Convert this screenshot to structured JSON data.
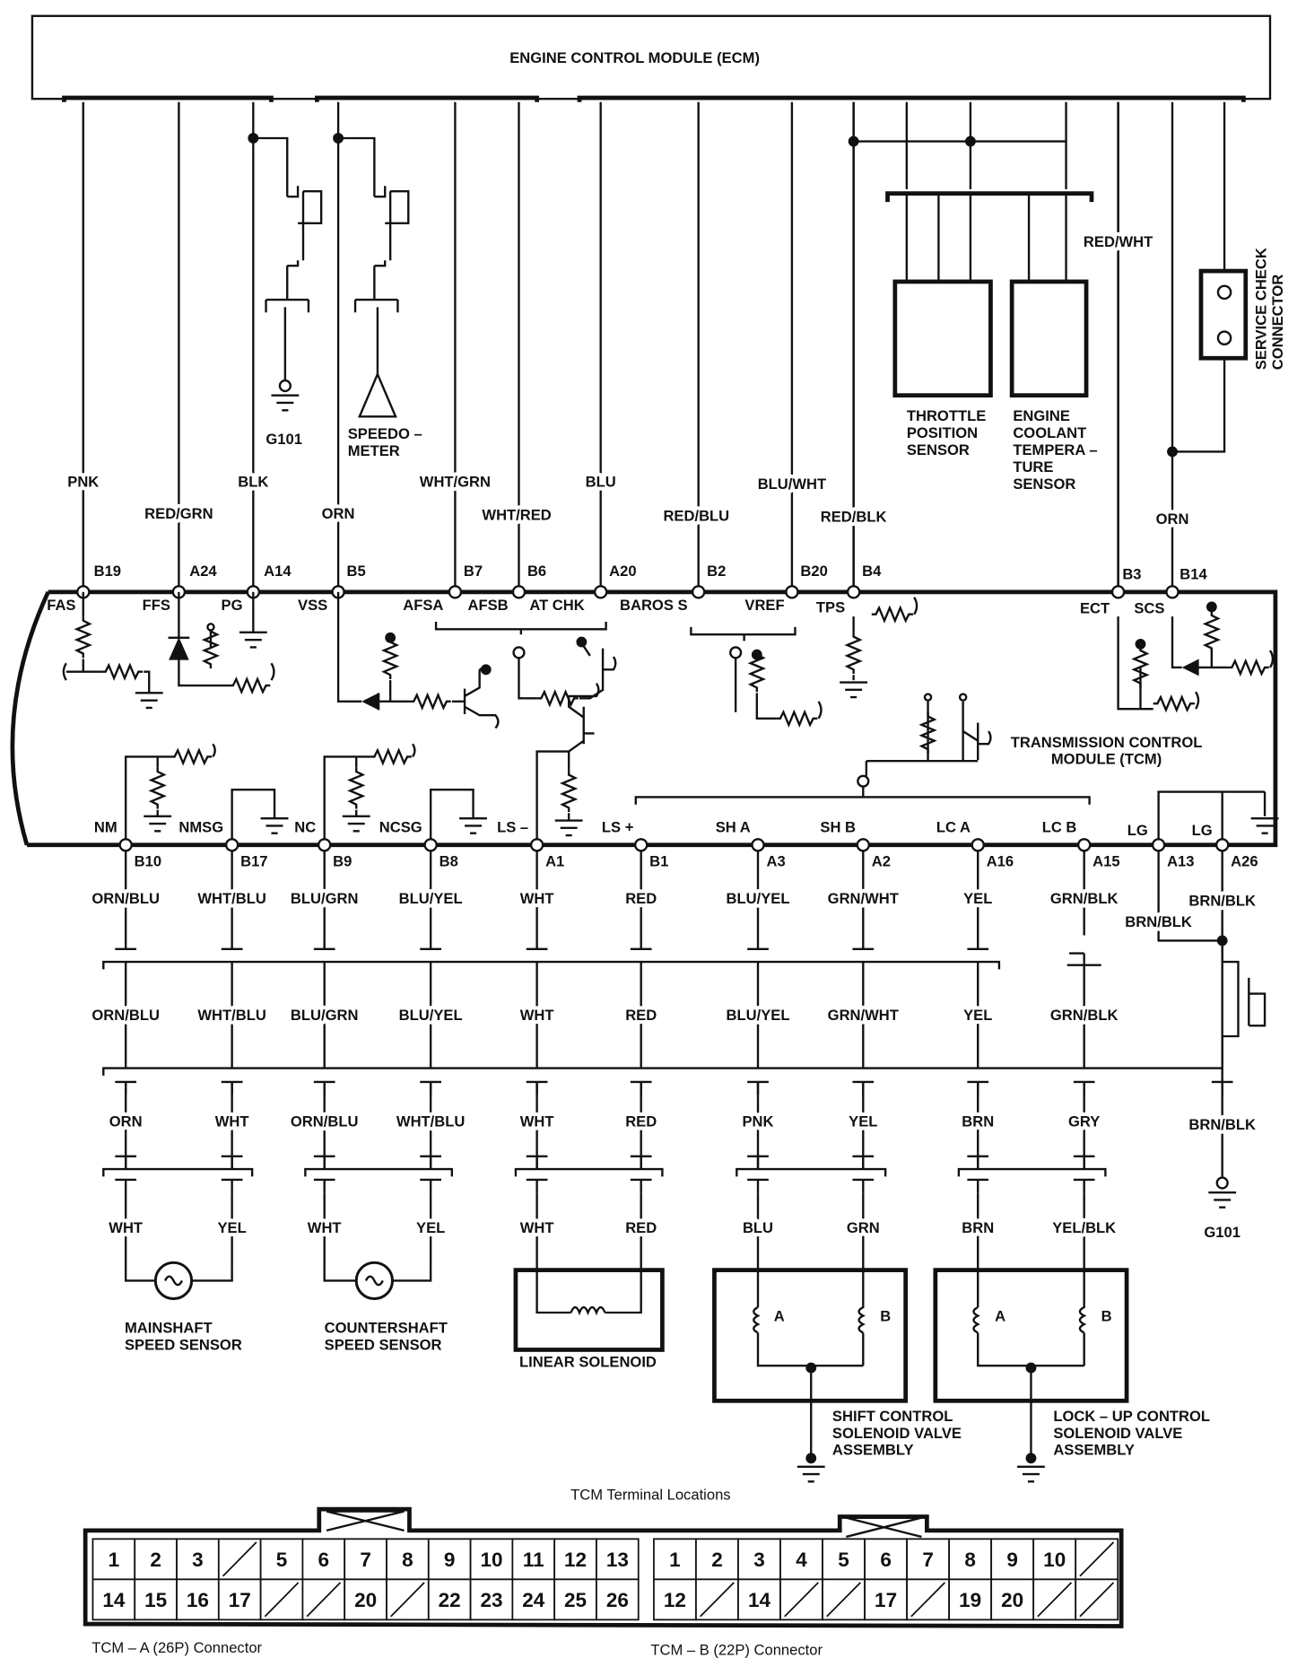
{
  "ecm": {
    "title": "ENGINE CONTROL MODULE (ECM)"
  },
  "top_wires": [
    {
      "color": "PNK",
      "pin": "B19",
      "signal": "FAS"
    },
    {
      "color": "RED/GRN",
      "pin": "A24",
      "signal": "FFS"
    },
    {
      "color": "BLK",
      "pin": "A14",
      "signal": "PG"
    },
    {
      "color": "ORN",
      "pin": "B5",
      "signal": "VSS"
    },
    {
      "color": "WHT/GRN",
      "pin": "B7",
      "signal": "AFSA"
    },
    {
      "color": "WHT/RED",
      "pin": "B6",
      "signal": "AFSB"
    },
    {
      "color": "BLU",
      "pin": "A20",
      "signal": "AT CHK"
    },
    {
      "color": "RED/BLU",
      "pin": "B2",
      "signal": "BAROS S"
    },
    {
      "color": "BLU/WHT",
      "pin": "B20",
      "signal": "VREF"
    },
    {
      "color": "RED/BLK",
      "pin": "B4",
      "signal": "TPS"
    },
    {
      "color": "RED/WHT",
      "pin": "B3",
      "signal": "ECT"
    },
    {
      "color": "ORN",
      "pin": "B14",
      "signal": "SCS"
    }
  ],
  "top_components": {
    "ground": "G101",
    "speedometer": [
      "SPEEDO –",
      "METER"
    ],
    "throttle_sensor": [
      "THROTTLE",
      "POSITION",
      "SENSOR"
    ],
    "coolant_sensor": [
      "ENGINE",
      "COOLANT",
      "TEMPERA –",
      "TURE",
      "SENSOR"
    ],
    "service_check": [
      "SERVICE CHECK",
      "CONNECTOR"
    ]
  },
  "tcm": {
    "title": [
      "TRANSMISSION CONTROL",
      "MODULE (TCM)"
    ]
  },
  "bottom_pins": [
    {
      "signal": "NM",
      "pin": "B10",
      "wires": [
        "ORN/BLU",
        "ORN/BLU",
        "ORN",
        "WHT"
      ]
    },
    {
      "signal": "NMSG",
      "pin": "B17",
      "wires": [
        "WHT/BLU",
        "WHT/BLU",
        "WHT",
        "YEL"
      ]
    },
    {
      "signal": "NC",
      "pin": "B9",
      "wires": [
        "BLU/GRN",
        "BLU/GRN",
        "ORN/BLU",
        "WHT"
      ]
    },
    {
      "signal": "NCSG",
      "pin": "B8",
      "wires": [
        "BLU/YEL",
        "BLU/YEL",
        "WHT/BLU",
        "YEL"
      ]
    },
    {
      "signal": "LS –",
      "pin": "A1",
      "wires": [
        "WHT",
        "WHT",
        "WHT",
        "WHT"
      ]
    },
    {
      "signal": "LS +",
      "pin": "B1",
      "wires": [
        "RED",
        "RED",
        "RED",
        "RED"
      ]
    },
    {
      "signal": "SH A",
      "pin": "A3",
      "wires": [
        "BLU/YEL",
        "BLU/YEL",
        "PNK",
        "BLU"
      ]
    },
    {
      "signal": "SH B",
      "pin": "A2",
      "wires": [
        "GRN/WHT",
        "GRN/WHT",
        "YEL",
        "GRN"
      ]
    },
    {
      "signal": "LC A",
      "pin": "A16",
      "wires": [
        "YEL",
        "YEL",
        "BRN",
        "BRN"
      ]
    },
    {
      "signal": "LC B",
      "pin": "A15",
      "wires": [
        "GRN/BLK",
        "GRN/BLK",
        "GRY",
        "YEL/BLK"
      ]
    },
    {
      "signal": "LG",
      "pin": "A13",
      "wires": [
        "BRN/BLK"
      ]
    },
    {
      "signal": "LG",
      "pin": "A26",
      "wires": [
        "BRN/BLK",
        "BRN/BLK"
      ]
    }
  ],
  "bottom_ground": "G101",
  "bottom_components": {
    "mainshaft": [
      "MAINSHAFT",
      "SPEED SENSOR"
    ],
    "countershaft": [
      "COUNTERSHAFT",
      "SPEED SENSOR"
    ],
    "linear_solenoid": "LINEAR SOLENOID",
    "shift_control": [
      "SHIFT CONTROL",
      "SOLENOID VALVE",
      "ASSEMBLY"
    ],
    "lockup_control": [
      "LOCK – UP CONTROL",
      "SOLENOID VALVE",
      "ASSEMBLY"
    ],
    "coil_a": "A",
    "coil_b": "B"
  },
  "terminal_locations": {
    "title": "TCM Terminal Locations",
    "tcm_a": {
      "label": "TCM – A (26P) Connector",
      "rows": [
        [
          "1",
          "2",
          "3",
          "",
          "5",
          "6",
          "7",
          "8",
          "9",
          "10",
          "11",
          "12",
          "13"
        ],
        [
          "14",
          "15",
          "16",
          "17",
          "",
          "",
          "20",
          "",
          "22",
          "23",
          "24",
          "25",
          "26"
        ]
      ]
    },
    "tcm_b": {
      "label": "TCM – B (22P) Connector",
      "rows": [
        [
          "1",
          "2",
          "3",
          "4",
          "5",
          "6",
          "7",
          "8",
          "9",
          "10",
          ""
        ],
        [
          "12",
          "",
          "14",
          "",
          "",
          "17",
          "",
          "19",
          "20",
          "",
          ""
        ]
      ]
    }
  }
}
